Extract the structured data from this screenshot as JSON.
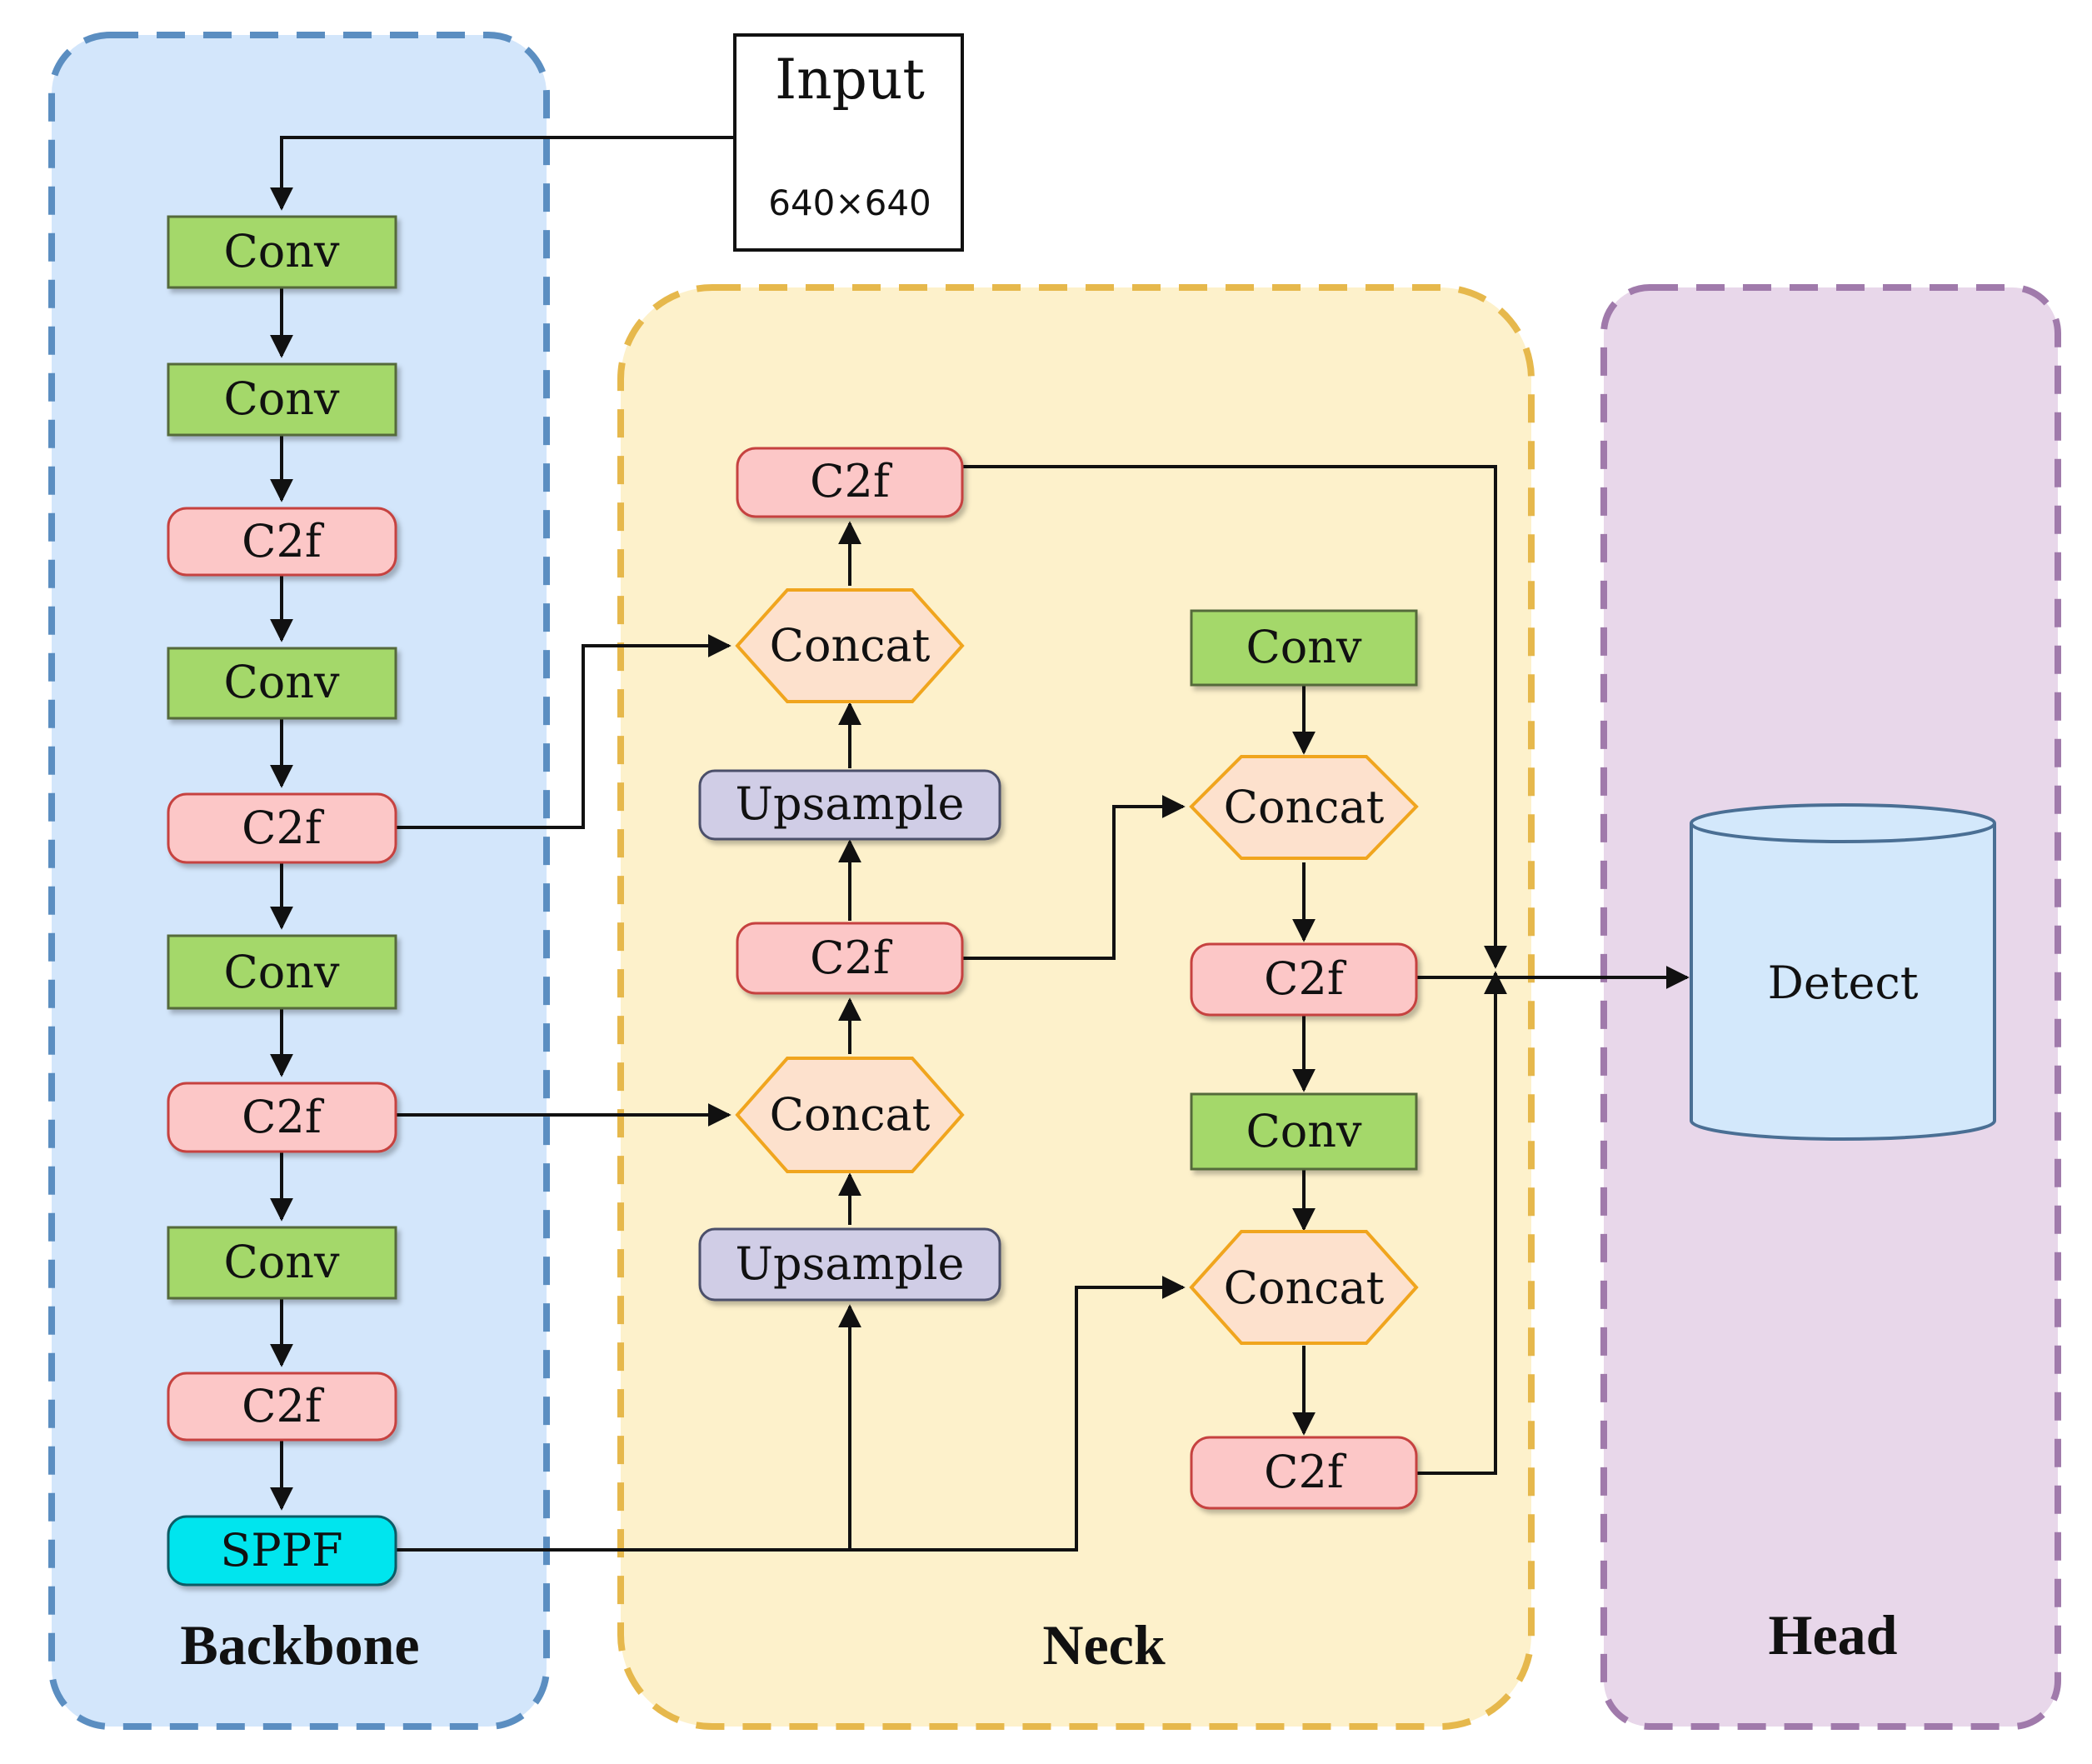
{
  "sections": {
    "backbone": "Backbone",
    "neck": "Neck",
    "head": "Head"
  },
  "input": {
    "title": "Input",
    "size": "640×640"
  },
  "backbone": {
    "b1": "Conv",
    "b2": "Conv",
    "b3": "C2f",
    "b4": "Conv",
    "b5": "C2f",
    "b6": "Conv",
    "b7": "C2f",
    "b8": "Conv",
    "b9": "C2f",
    "b10": "SPPF"
  },
  "neck": {
    "n_c2f_top": "C2f",
    "n_concat1": "Concat",
    "n_upsample1": "Upsample",
    "n_c2f_mid": "C2f",
    "n_concat2": "Concat",
    "n_upsample2": "Upsample",
    "n_conv_a": "Conv",
    "n_concat3": "Concat",
    "n_c2f_b": "C2f",
    "n_conv_c": "Conv",
    "n_concat4": "Concat",
    "n_c2f_d": "C2f"
  },
  "head": {
    "detect": "Detect"
  },
  "colors": {
    "backbone_bg": "#d3e6fb",
    "backbone_border": "#5b8ec1",
    "neck_bg": "#fdf1cb",
    "neck_border": "#e6b84c",
    "head_bg": "#e8d7ea",
    "head_border": "#a07aab",
    "conv": "#a4d86a",
    "c2f": "#fcc7c7",
    "upsample": "#d0cde6",
    "concat_fill": "#fde1cd",
    "concat_stroke": "#f0a51e",
    "sppf": "#00e5ee",
    "detect_fill": "#d3e8fb"
  }
}
